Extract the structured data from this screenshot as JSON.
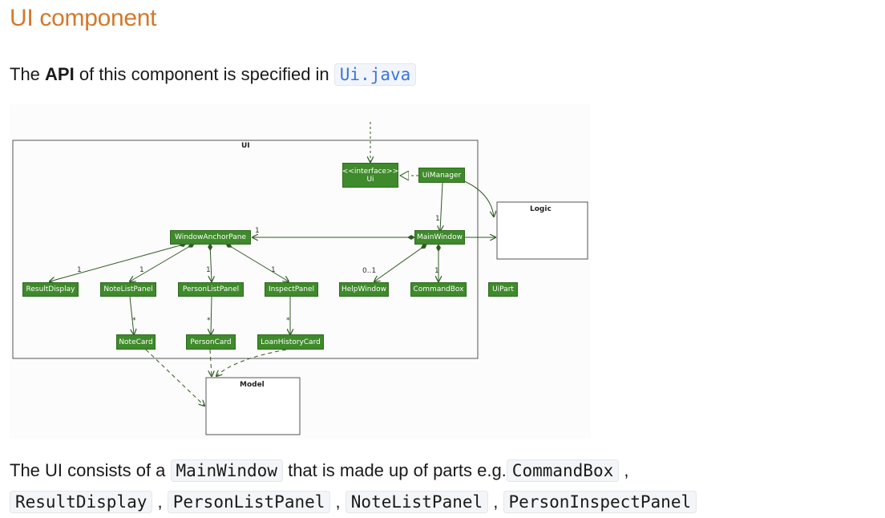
{
  "heading": "UI component",
  "intro": {
    "text_before": "The ",
    "bold": "API",
    "text_middle": " of this component is specified in ",
    "code_link": "Ui.java"
  },
  "diagram": {
    "packages": {
      "ui": "UI",
      "logic": "Logic",
      "model": "Model"
    },
    "classes": {
      "ui_interface": "<<interface>>\nUi",
      "ui_manager": "UiManager",
      "window_anchor_pane": "WindowAnchorPane",
      "main_window": "MainWindow",
      "result_display": "ResultDisplay",
      "note_list_panel": "NoteListPanel",
      "person_list_panel": "PersonListPanel",
      "inspect_panel": "InspectPanel",
      "help_window": "HelpWindow",
      "command_box": "CommandBox",
      "ui_part": "UiPart",
      "note_card": "NoteCard",
      "person_card": "PersonCard",
      "loan_history_card": "LoanHistoryCard"
    },
    "multiplicities": {
      "main_to_anchor": "1",
      "manager_to_main": "1",
      "to_result_display": "1",
      "to_note_list": "1",
      "to_person_list": "1",
      "to_inspect": "1",
      "to_help": "0..1",
      "to_command": "1",
      "to_note_card": "*",
      "to_person_card": "*",
      "to_loan_card": "*"
    }
  },
  "outro": {
    "line1_before": "The UI consists of a ",
    "code_main_window": "MainWindow",
    "line1_middle": " that is made up of parts e.g.",
    "code_command_box": "CommandBox",
    "comma": ",",
    "code_result_display": "ResultDisplay",
    "code_person_list_panel": "PersonListPanel",
    "code_note_list_panel": "NoteListPanel",
    "code_person_inspect_panel": "PersonInspectPanel"
  },
  "colors": {
    "heading": "#d4782a",
    "class_fill": "#3f8a2b",
    "link": "#3a76d8"
  }
}
